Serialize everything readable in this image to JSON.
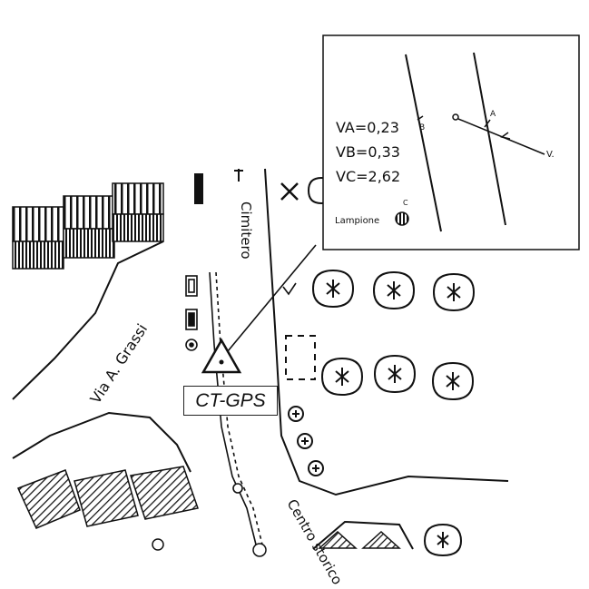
{
  "map": {
    "street_labels": {
      "via_grassi": "Via A. Grassi",
      "cimitero": "Cimitero",
      "centro_storico": "Centro storico"
    },
    "station_label": "CT-GPS",
    "inset": {
      "va": "VA=0,23",
      "vb": "VB=0,33",
      "vc": "VC=2,62",
      "point_a": "A",
      "point_b": "B",
      "point_c": "C",
      "point_v": "V.",
      "lampione": "Lampione"
    }
  }
}
